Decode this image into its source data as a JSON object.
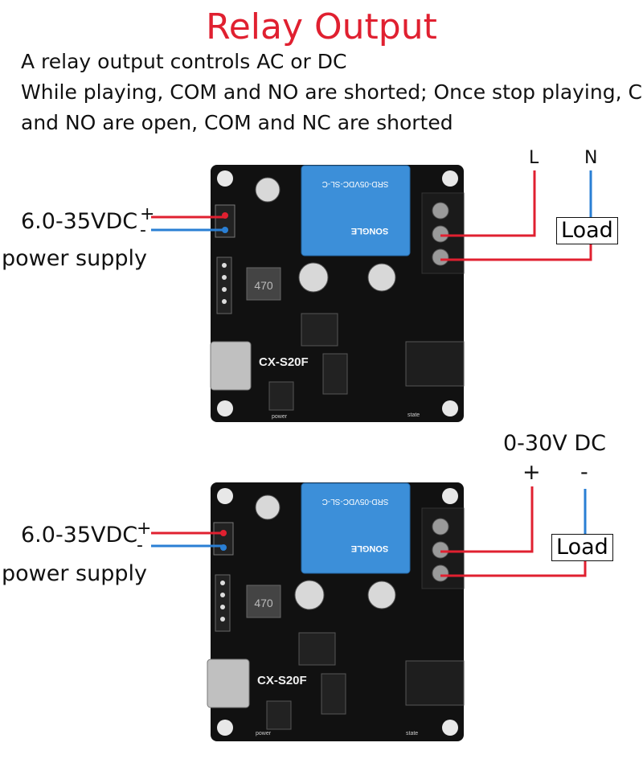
{
  "title": "Relay Output",
  "description": [
    "A relay output controls AC or DC",
    "While playing, COM and NO are shorted; Once stop playing, COM",
    "and NO are open,  COM and NC are shorted"
  ],
  "diagram1": {
    "supply_voltage": "6.0-35VDC",
    "supply_caption": "power supply",
    "plus": "+",
    "minus": "-",
    "line_L": "L",
    "line_N": "N",
    "load": "Load"
  },
  "diagram2": {
    "supply_voltage": "6.0-35VDC",
    "supply_caption": "power supply",
    "plus": "+",
    "minus": "-",
    "dc_range": "0-30V DC",
    "dc_plus": "+",
    "dc_minus": "-",
    "load": "Load"
  },
  "board": {
    "model": "CX-S20F",
    "relay_model": "SRD-05VDC-SL-C",
    "relay_brand": "SONGLE",
    "inductor": "470",
    "power_label": "power",
    "state_label": "state"
  },
  "colors": {
    "title": "#e02030",
    "positive_wire": "#e02030",
    "negative_wire": "#2a7fd4",
    "board": "#111111",
    "relay": "#3c8fd9"
  }
}
